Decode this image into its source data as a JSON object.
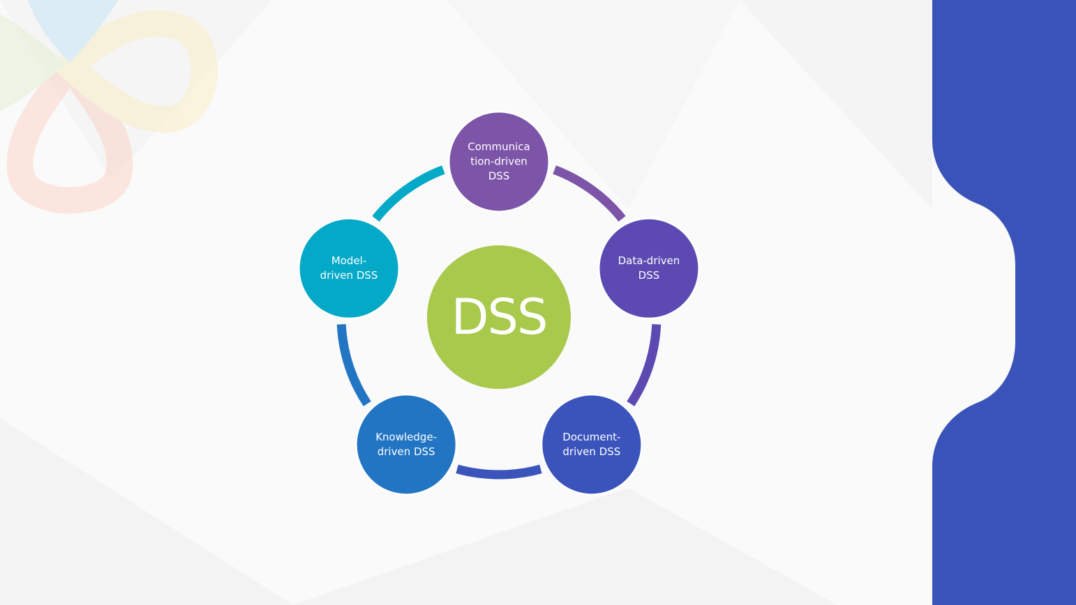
{
  "diagram": {
    "center": {
      "label": "DSS",
      "color": "#a8c94b"
    },
    "nodes": [
      {
        "label": "Communica\ntion-driven\nDSS",
        "color": "#7d55a8"
      },
      {
        "label": "Data-driven\nDSS",
        "color": "#5c4ab2"
      },
      {
        "label": "Document-\ndriven  DSS",
        "color": "#3a54bc"
      },
      {
        "label": "Knowledge-\ndriven DSS",
        "color": "#2275c3"
      },
      {
        "label": "Model-\ndriven  DSS",
        "color": "#03a9c7"
      }
    ]
  },
  "theme": {
    "band_color": "#3a53b9"
  }
}
